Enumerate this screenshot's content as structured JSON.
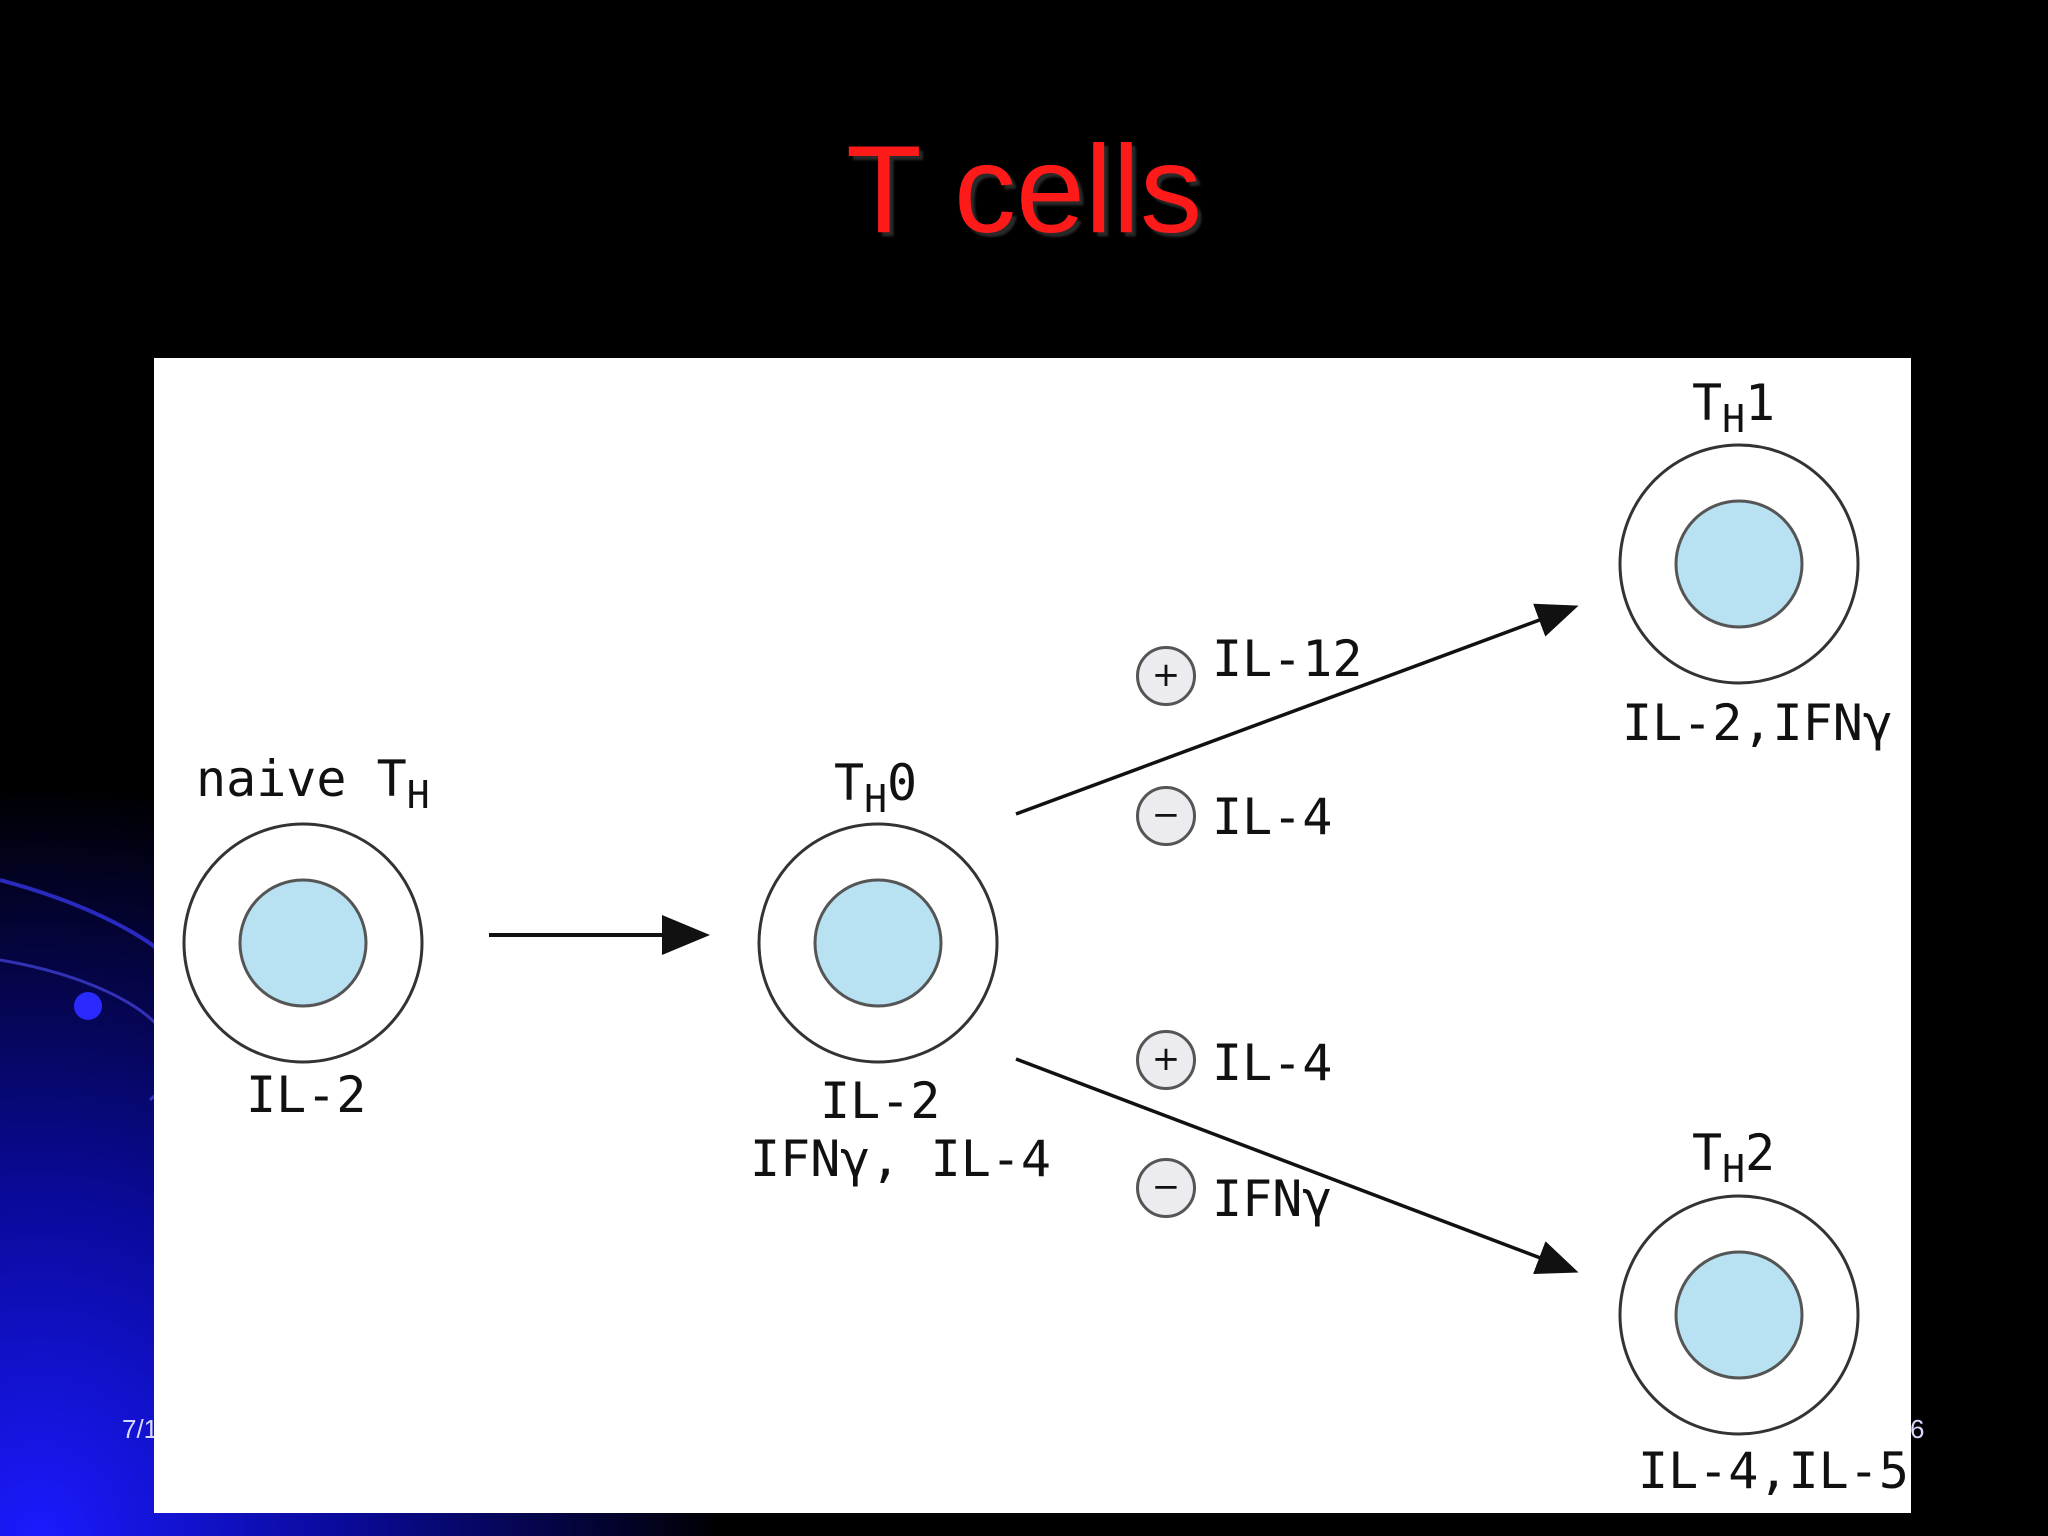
{
  "slide": {
    "title": "T cells",
    "footer_left": "7/1",
    "footer_right": "6"
  },
  "diagram": {
    "nodes": {
      "naive": {
        "name": "naive T",
        "sub": "H",
        "suffix": "",
        "cytokines": [
          "IL-2"
        ]
      },
      "th0": {
        "name": "T",
        "sub": "H",
        "suffix": "0",
        "cytokines": [
          "IL-2",
          "IFNγ, IL-4"
        ]
      },
      "th1": {
        "name": "T",
        "sub": "H",
        "suffix": "1",
        "cytokines": [
          "IL-2,IFNγ"
        ]
      },
      "th2": {
        "name": "T",
        "sub": "H",
        "suffix": "2",
        "cytokines": [
          "IL-4,IL-5"
        ]
      }
    },
    "edges": {
      "to_th1": {
        "promote": {
          "sign": "+",
          "label": "IL-12"
        },
        "inhibit": {
          "sign": "−",
          "label": "IL-4"
        }
      },
      "to_th2": {
        "promote": {
          "sign": "+",
          "label": "IL-4"
        },
        "inhibit": {
          "sign": "−",
          "label": "IFNγ"
        }
      }
    },
    "colors": {
      "nucleus": "#b8e2f2",
      "membrane": "#333333",
      "title": "#ff1a1a",
      "arrow": "#111111"
    }
  }
}
